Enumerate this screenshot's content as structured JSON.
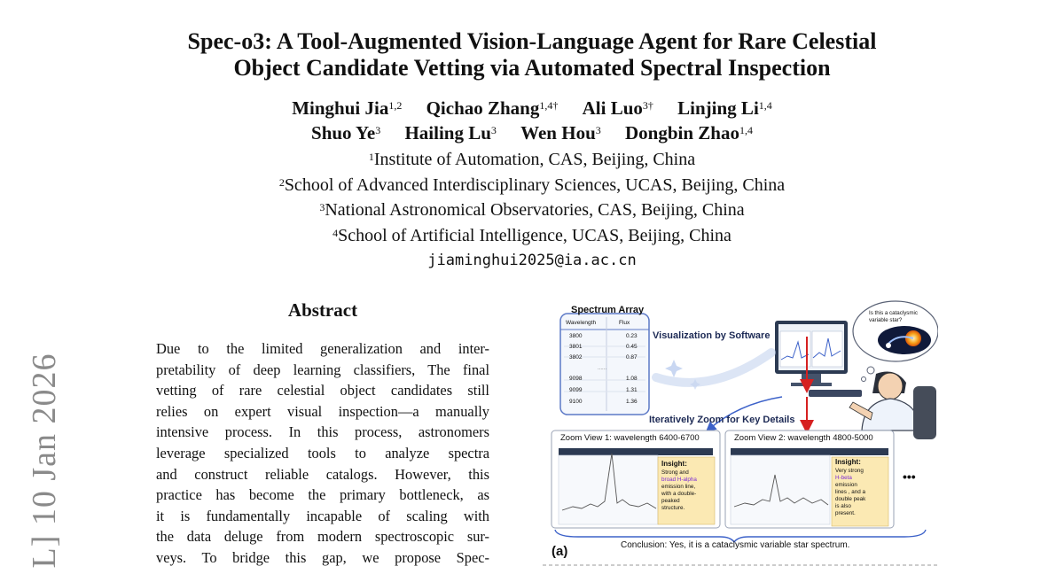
{
  "side_stamp": "L]  10 Jan 2026",
  "title_lines": [
    "Spec-o3: A Tool-Augmented Vision-Language Agent for Rare Celestial",
    "Object Candidate Vetting via Automated Spectral Inspection"
  ],
  "authors_row1": [
    {
      "name": "Minghui Jia",
      "sup": "1,2"
    },
    {
      "name": "Qichao Zhang",
      "sup": "1,4†"
    },
    {
      "name": "Ali Luo",
      "sup": "3†"
    },
    {
      "name": "Linjing Li",
      "sup": "1,4"
    }
  ],
  "authors_row2": [
    {
      "name": "Shuo Ye",
      "sup": "3"
    },
    {
      "name": "Hailing Lu",
      "sup": "3"
    },
    {
      "name": "Wen Hou",
      "sup": "3"
    },
    {
      "name": "Dongbin Zhao",
      "sup": "1,4"
    }
  ],
  "affiliations": [
    {
      "sup": "1",
      "text": "Institute of Automation, CAS, Beijing, China"
    },
    {
      "sup": "2",
      "text": "School of Advanced Interdisciplinary Sciences, UCAS, Beijing, China"
    },
    {
      "sup": "3",
      "text": "National Astronomical Observatories, CAS, Beijing, China"
    },
    {
      "sup": "4",
      "text": "School of Artificial Intelligence, UCAS, Beijing, China"
    }
  ],
  "email": "jiaminghui2025@ia.ac.cn",
  "abstract_heading": "Abstract",
  "abstract_lines": [
    "Due to the limited generalization and inter-",
    "pretability of deep learning classifiers, The final",
    "vetting of rare celestial object candidates still",
    "relies on expert visual inspection—a manually",
    "intensive process. In this process, astronomers",
    "leverage specialized tools to analyze spectra",
    "and construct reliable catalogs. However, this",
    "practice has become the primary bottleneck, as",
    "it is fundamentally incapable of scaling with",
    "the data deluge from modern spectroscopic sur-",
    "veys.  To bridge this gap, we propose Spec-"
  ],
  "figure": {
    "spectrum_array_title": "Spectrum Array",
    "table_headers": [
      "Wavelength",
      "Flux"
    ],
    "table_rows_top": [
      [
        "3800",
        "0.23"
      ],
      [
        "3801",
        "0.45"
      ],
      [
        "3802",
        "0.87"
      ]
    ],
    "table_ellipsis": "......",
    "table_rows_bottom": [
      [
        "9098",
        "1.08"
      ],
      [
        "9099",
        "1.31"
      ],
      [
        "9100",
        "1.36"
      ]
    ],
    "visualization_label": "Visualization by Software",
    "thought_bubble": "Is this a cataclysmic variable star?",
    "zoom_label": "Iteratively Zoom for Key Details",
    "zoom1": {
      "title": "Zoom View 1: wavelength 6400-6700",
      "insight_title": "Insight:",
      "insight_lines": [
        "Strong and",
        "broad H-alpha",
        "emission line,",
        "with a double-",
        "peaked",
        "structure."
      ]
    },
    "zoom2": {
      "title": "Zoom View 2: wavelength 4800-5000",
      "insight_title": "Insight:",
      "insight_lines": [
        "Very strong",
        "H-beta",
        "emission",
        "lines , and a",
        "double peak",
        "is also",
        "present."
      ]
    },
    "more": "•••",
    "panel_label": "(a)",
    "conclusion": "Conclusion: Yes, it is a cataclysmic variable star spectrum.",
    "colors": {
      "accent_blue": "#3d62c9",
      "arrow_red": "#d62020",
      "note_yellow": "#fbe9b3",
      "highlight_purple": "#7b2bd6"
    }
  }
}
